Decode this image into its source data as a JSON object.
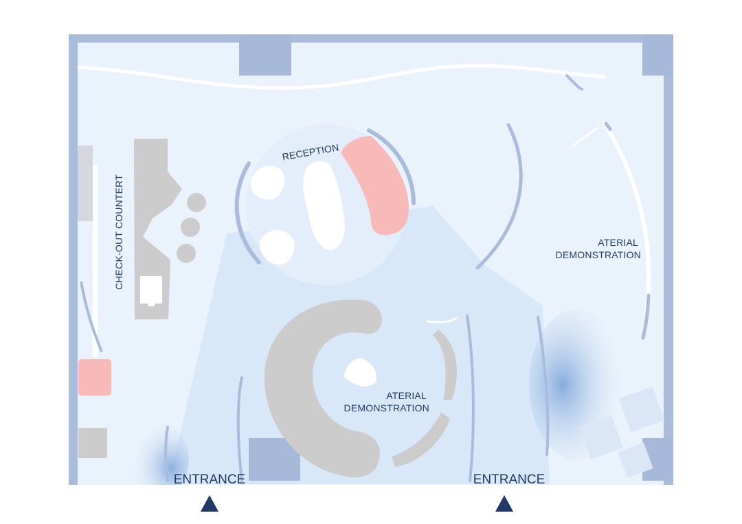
{
  "labels": {
    "reception": "RECEPTION",
    "checkout": "CHECK-OUT COUNTERT",
    "demo_right_line1": "ATERIAL",
    "demo_right_line2": "DEMONSTRATION",
    "demo_center_line1": "ATERIAL",
    "demo_center_line2": "DEMONSTRATION",
    "entrance_left": "ENTRANCE",
    "entrance_right": "ENTRANCE"
  },
  "colors": {
    "floor": "#eaf2fb",
    "wall": "#a9bcdb",
    "column": "#a7b9d8",
    "furniture_gray": "#cccccc",
    "reception_desk": "#f8b9b9",
    "text": "#1f3a66",
    "entrance_marker": "#1f3a66",
    "light_cone": "#d6e6f7"
  },
  "icons": {
    "entrance_marker": "triangle-up-icon"
  }
}
